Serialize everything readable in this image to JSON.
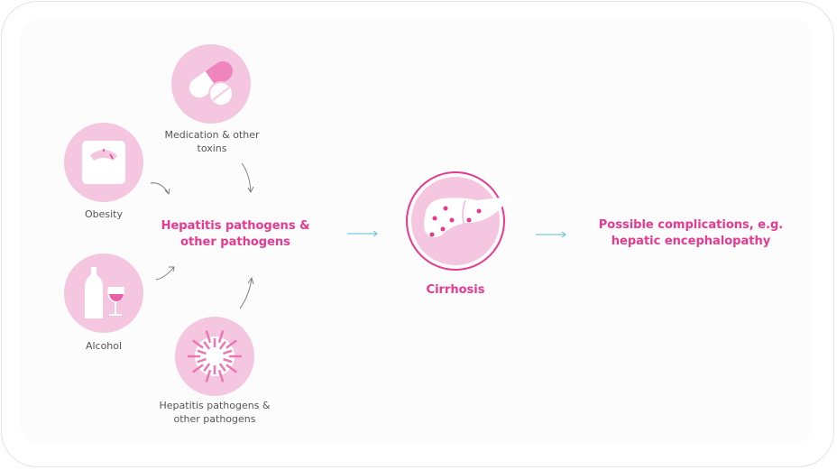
{
  "colors": {
    "accent": "#e6398f",
    "circle": "#f5c6df",
    "arrow_cyan": "#5bc0d6"
  },
  "causes": [
    {
      "label": "Medication & other toxins",
      "icon": "pills-icon"
    },
    {
      "label": "Obesity",
      "icon": "scale-icon"
    },
    {
      "label": "Alcohol",
      "icon": "wine-bottle-glass-icon"
    },
    {
      "label": "Hepatitis pathogens & other pathogens",
      "icon": "virus-icon"
    }
  ],
  "center_label": "Hepatitis pathogens & other pathogens",
  "cirrhosis": {
    "label": "Cirrhosis",
    "icon": "liver-icon"
  },
  "outcome": "Possible complications, e.g. hepatic encephalopathy"
}
